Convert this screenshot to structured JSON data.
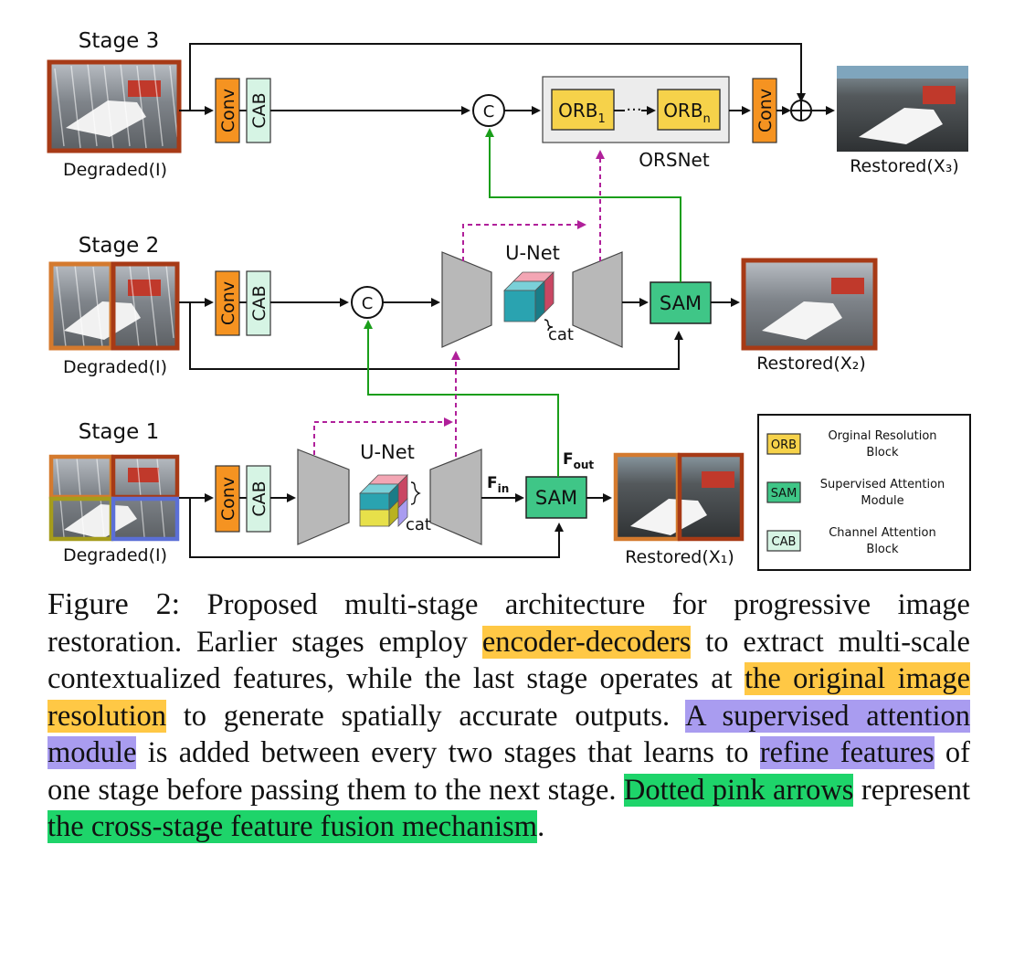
{
  "figure": {
    "stages": [
      {
        "label": "Stage 3",
        "input_label": "Degraded(I)",
        "output_label": "Restored(X₃)"
      },
      {
        "label": "Stage 2",
        "input_label": "Degraded(I)",
        "output_label": "Restored(X₂)"
      },
      {
        "label": "Stage 1",
        "input_label": "Degraded(I)",
        "output_label": "Restored(X₁)"
      }
    ],
    "blocks": {
      "conv": "Conv",
      "cab": "CAB",
      "concat": "C",
      "sam": "SAM",
      "unet": "U-Net",
      "cat": "cat",
      "orsnet": "ORSNet",
      "orb": "ORB",
      "orb_sub_1": "1",
      "orb_sub_n": "n",
      "dots": "···",
      "plus": "+",
      "f_in": "F",
      "f_in_sub": "in",
      "f_out": "F",
      "f_out_sub": "out"
    },
    "legend": [
      {
        "abbr": "ORB",
        "line1": "Orginal Resolution",
        "line2": "Block",
        "color": "#f6d24a"
      },
      {
        "abbr": "SAM",
        "line1": "Supervised Attention",
        "line2": "Module",
        "color": "#3fc687"
      },
      {
        "abbr": "CAB",
        "line1": "Channel Attention",
        "line2": "Block",
        "color": "#d6f4e4"
      }
    ],
    "colors": {
      "conv": "#f59321",
      "cab": "#d6f4e4",
      "sam": "#3fc687",
      "orb": "#f6d24a",
      "orsnet_bg": "#ececec",
      "skip_green": "#1a9e1a",
      "cross_stage_pink": "#b0209a",
      "frame_dark_orange": "#a73a16",
      "frame_orange": "#d47a2e",
      "frame_olive": "#a59c1c",
      "frame_blue": "#5b6fd6"
    }
  },
  "caption": {
    "label": "Figure 2:",
    "parts": [
      " Proposed multi-stage architecture for progressive image restoration. Earlier stages employ ",
      "encoder-decoders",
      " to extract multi-scale contextualized features, while the last stage operates at ",
      "the original image resolution",
      " to generate spatially accurate outputs. ",
      "A supervised attention module",
      " is added between every two stages that learns to ",
      "refine features",
      " of one stage before passing them to the next stage. ",
      "Dotted pink arrows",
      " represent ",
      "the cross-stage feature fusion mechanism",
      "."
    ]
  }
}
